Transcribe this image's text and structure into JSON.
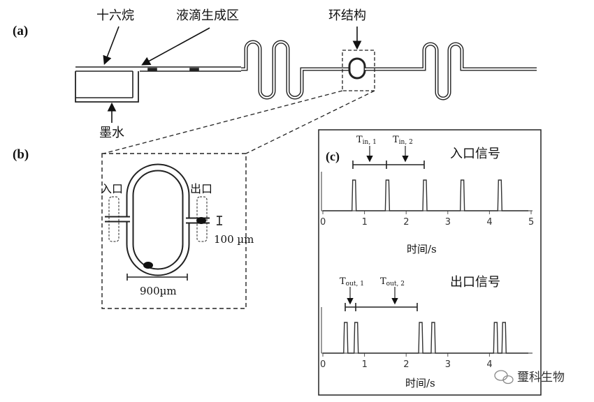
{
  "panels": {
    "a": "(a)",
    "b": "(b)",
    "c": "(c)"
  },
  "labels_a": {
    "hexadecane": "十六烷",
    "droplet_zone": "液滴生成区",
    "ring": "环结构",
    "ink": "墨水"
  },
  "labels_b": {
    "inlet": "入口",
    "outlet": "出口",
    "width": "100 µm",
    "length": "900µm"
  },
  "plot_in": {
    "title": "入口信号",
    "xlabel": "时间/s",
    "xticks": [
      "0",
      "1",
      "2",
      "3",
      "4",
      "5"
    ],
    "t_label_1": "T",
    "t_sub_1": "in, 1",
    "t_label_2": "T",
    "t_sub_2": "in, 2"
  },
  "plot_out": {
    "title": "出口信号",
    "xlabel": "时间/s",
    "xticks": [
      "0",
      "1",
      "2",
      "3",
      "4"
    ],
    "t_label_1": "T",
    "t_sub_1": "out, 1",
    "t_label_2": "T",
    "t_sub_2": "out, 2"
  },
  "watermark": "璽科生物",
  "chart_data": [
    {
      "type": "line",
      "title": "入口信号",
      "xlabel": "时间/s",
      "xlim": [
        0,
        5
      ],
      "pulses_x": [
        0.75,
        1.55,
        2.45,
        3.35,
        4.25
      ]
    },
    {
      "type": "line",
      "title": "出口信号",
      "xlabel": "时间/s",
      "xlim": [
        0,
        5
      ],
      "pulses_x": [
        0.55,
        0.8,
        2.35,
        2.65,
        4.15,
        4.35
      ]
    }
  ]
}
